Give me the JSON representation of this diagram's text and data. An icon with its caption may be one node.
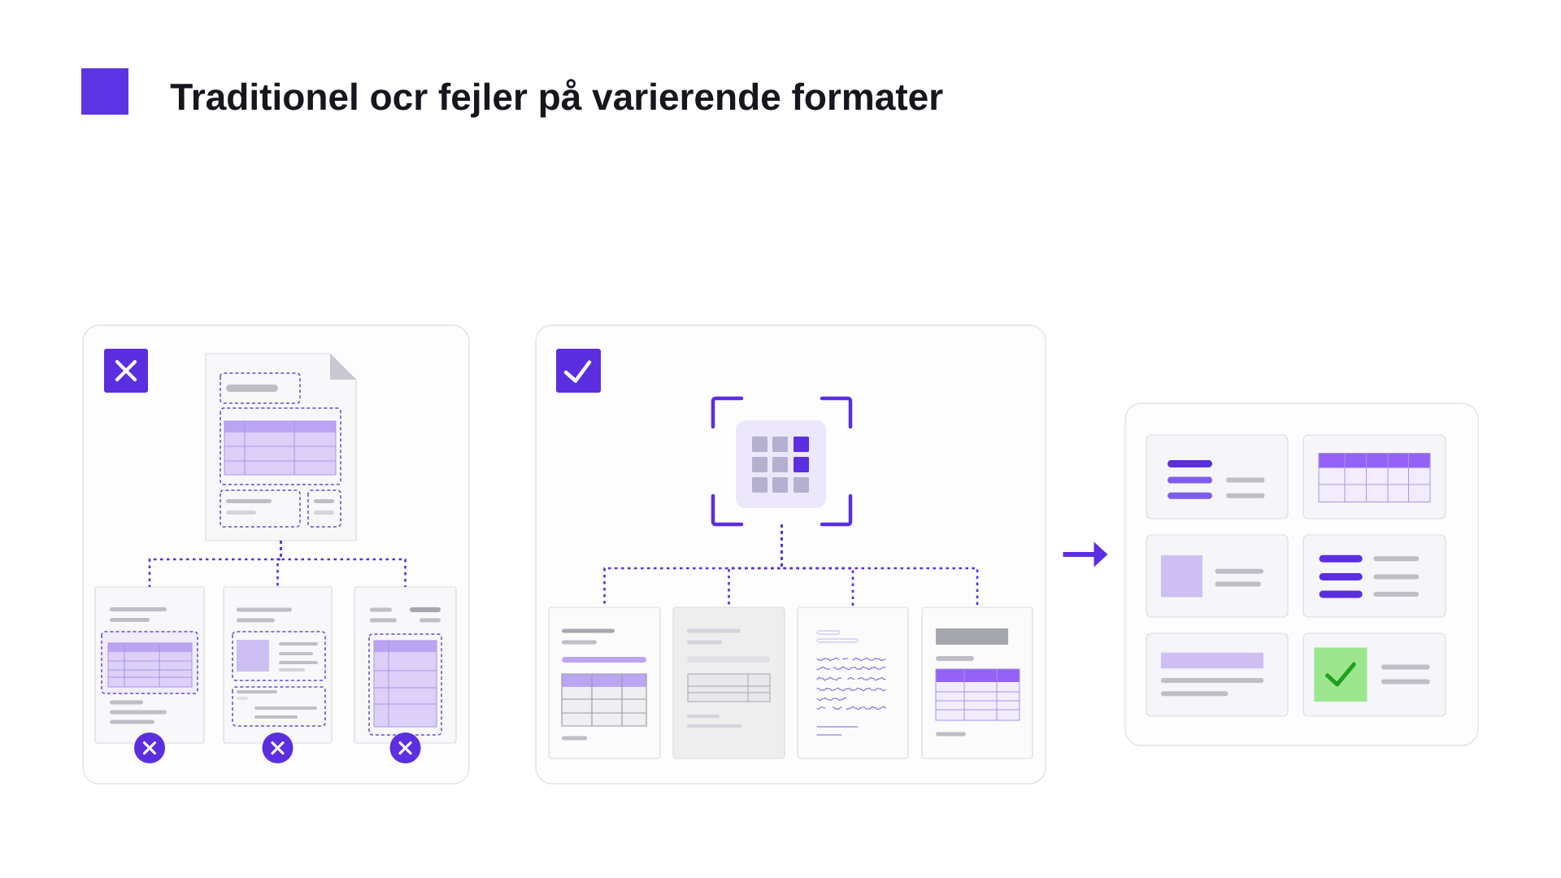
{
  "diagram": {
    "title": "Traditionel ocr fejler på varierende formater",
    "nodes": [
      {
        "text": [],
        "shape": "box"
      },
      {
        "text": [],
        "shape": "document",
        "in": 0
      },
      {
        "text": [],
        "shape": "box",
        "in": 0
      },
      {
        "text": [],
        "shape": "box",
        "in": 0
      },
      {
        "text": [],
        "shape": "box",
        "in": 0
      },
      {
        "text": [],
        "shape": "box"
      },
      {
        "text": [],
        "shape": "picture",
        "in": 5
      },
      {
        "text": [],
        "shape": "box",
        "in": 5
      },
      {
        "text": [],
        "shape": "box",
        "in": 5
      },
      {
        "text": [],
        "shape": "box",
        "in": 5
      },
      {
        "text": [],
        "shape": "box",
        "in": 5
      },
      {
        "text": [],
        "shape": "box"
      },
      {
        "text": [],
        "shape": "box",
        "in": 11
      },
      {
        "text": [],
        "shape": "box",
        "in": 11
      },
      {
        "text": [],
        "shape": "box",
        "in": 11
      },
      {
        "text": [],
        "shape": "box",
        "in": 11
      },
      {
        "text": [],
        "shape": "box",
        "in": 11
      },
      {
        "text": [],
        "shape": "box",
        "in": 11
      }
    ],
    "edges": [
      {
        "from": 1,
        "to": 2,
        "arrow": "none",
        "style": "dashed"
      },
      {
        "from": 1,
        "to": 3,
        "arrow": "none",
        "style": "dashed"
      },
      {
        "from": 1,
        "to": 4,
        "arrow": "none",
        "style": "dashed"
      },
      {
        "from": 6,
        "to": 7,
        "arrow": "none",
        "style": "dashed"
      },
      {
        "from": 6,
        "to": 8,
        "arrow": "none",
        "style": "dashed"
      },
      {
        "from": 6,
        "to": 9,
        "arrow": "none",
        "style": "dashed"
      },
      {
        "from": 6,
        "to": 10,
        "arrow": "none",
        "style": "dashed"
      },
      {
        "from": 5,
        "to": 11,
        "arrow": "to",
        "style": "thick"
      }
    ]
  }
}
